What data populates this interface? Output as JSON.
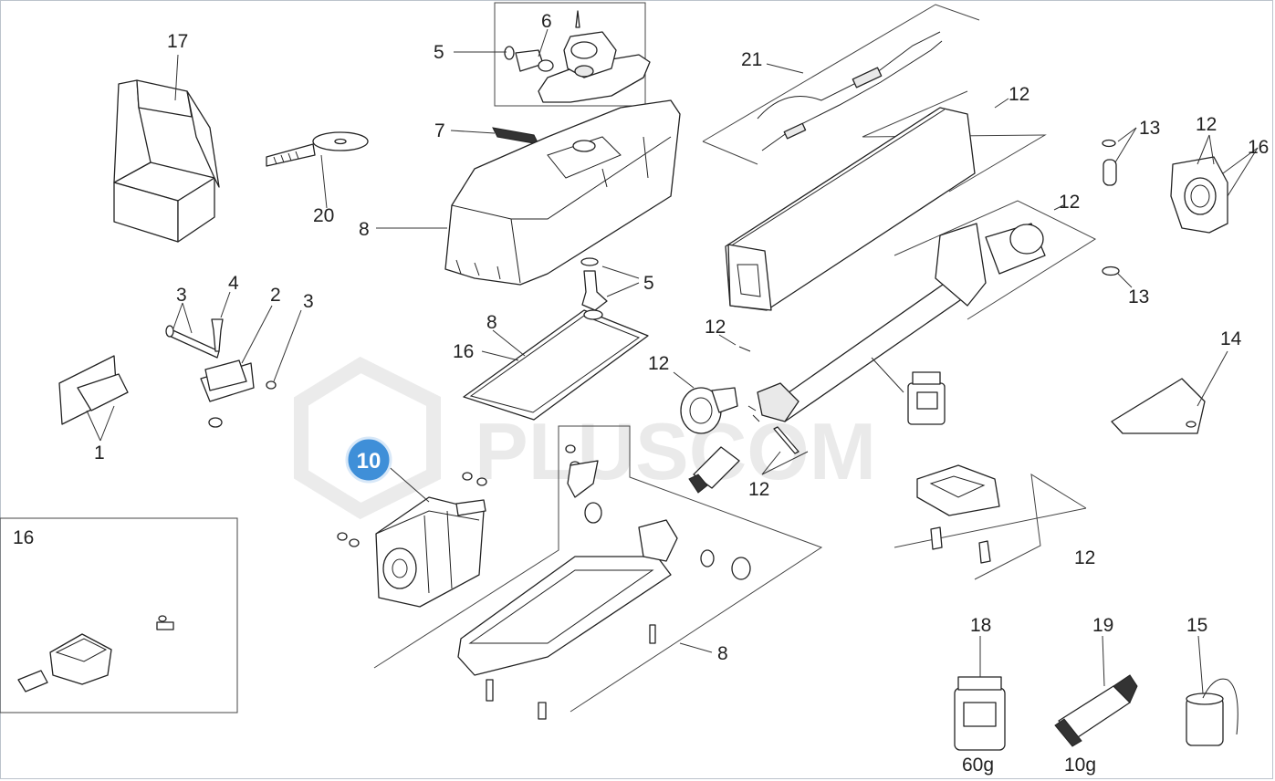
{
  "diagram": {
    "watermark": "PLUSCOM",
    "highlight_badge": "10",
    "labels": {
      "l17": "17",
      "l20": "20",
      "l5a": "5",
      "l6": "6",
      "l7": "7",
      "l8a": "8",
      "l21": "21",
      "l12a": "12",
      "l13a": "13",
      "l12b": "12",
      "l16a": "16",
      "l12c": "12",
      "l13b": "13",
      "l5b": "5",
      "l8b": "8",
      "l16b": "16",
      "l12d": "12",
      "l12e": "12",
      "l12f": "12",
      "l14": "14",
      "l3a": "3",
      "l4": "4",
      "l2": "2",
      "l3b": "3",
      "l1": "1",
      "l12g": "12",
      "l8c": "8",
      "l16c": "16",
      "l18": "18",
      "l19": "19",
      "l15": "15",
      "w60": "60g",
      "w10": "10g"
    },
    "colors": {
      "badge": "#3f8fd8",
      "line": "#222222"
    }
  }
}
